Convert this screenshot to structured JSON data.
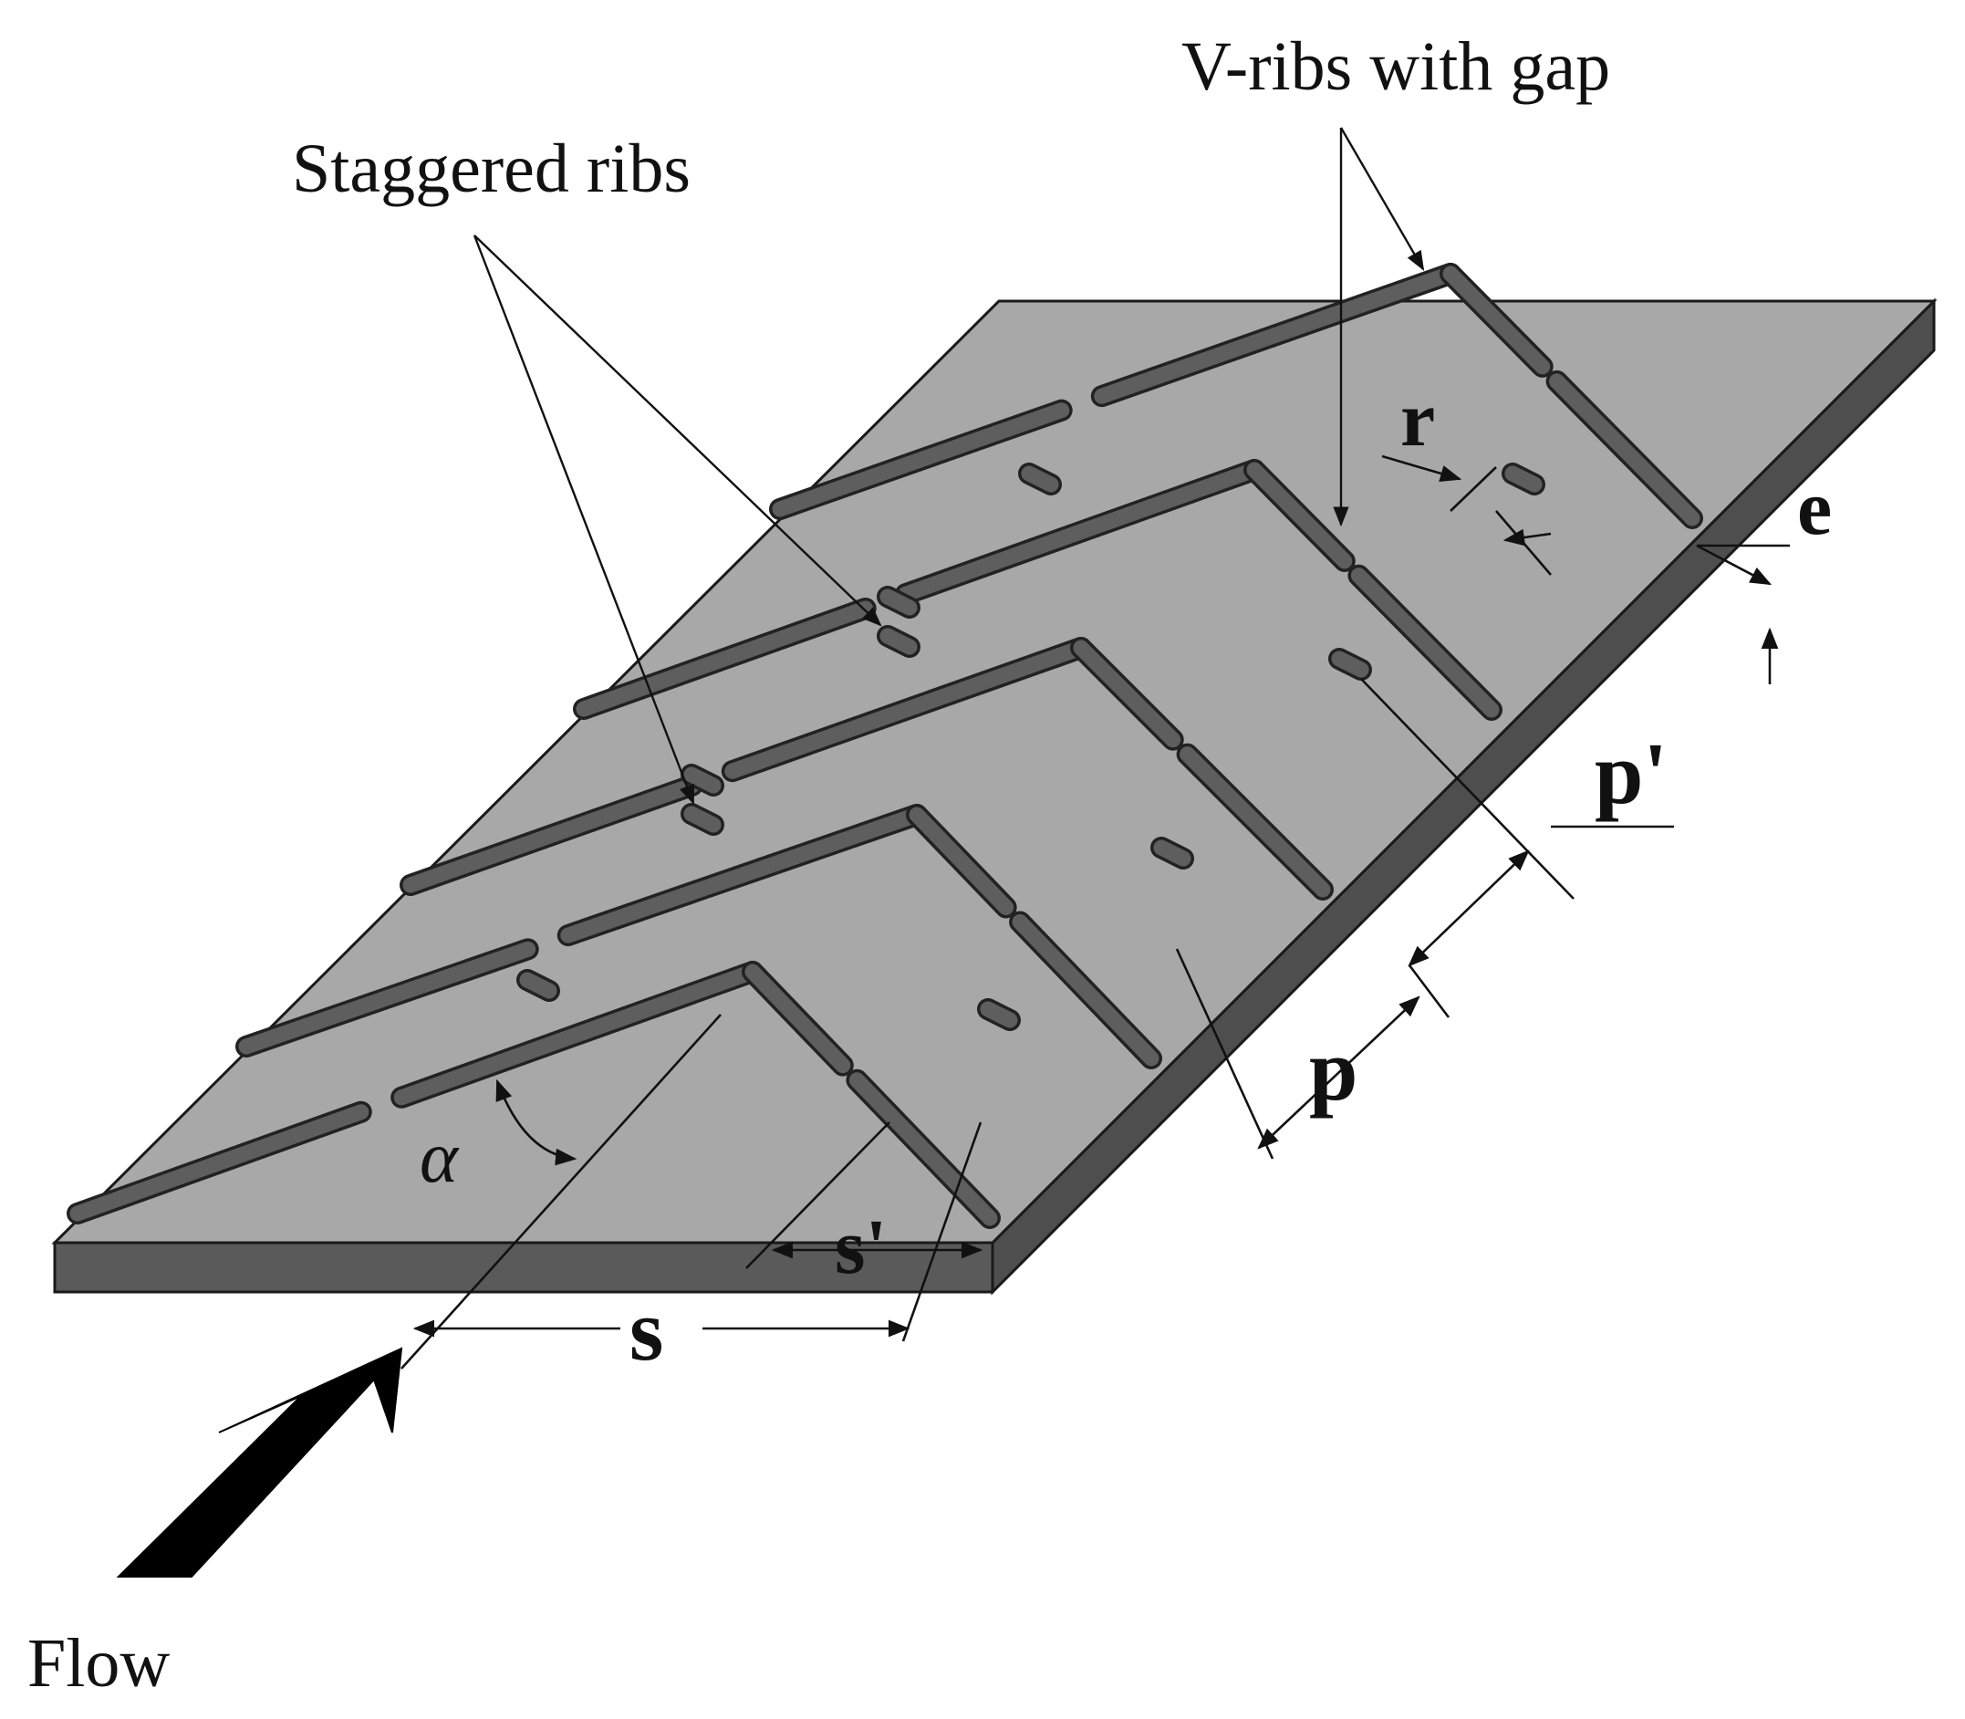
{
  "labels": {
    "v_ribs": "V-ribs with gap",
    "staggered": "Staggered ribs",
    "flow": "Flow",
    "r": "r",
    "e": "e",
    "p_prime": "p'",
    "p": "p",
    "s_prime": "s'",
    "s": "s",
    "alpha": "α"
  },
  "colors": {
    "plate_top": "#a8a8a8",
    "plate_edge": "#5a5a5a",
    "rib_fill": "#5e5e5e",
    "rib_outline": "#222222",
    "ink": "#111111"
  }
}
